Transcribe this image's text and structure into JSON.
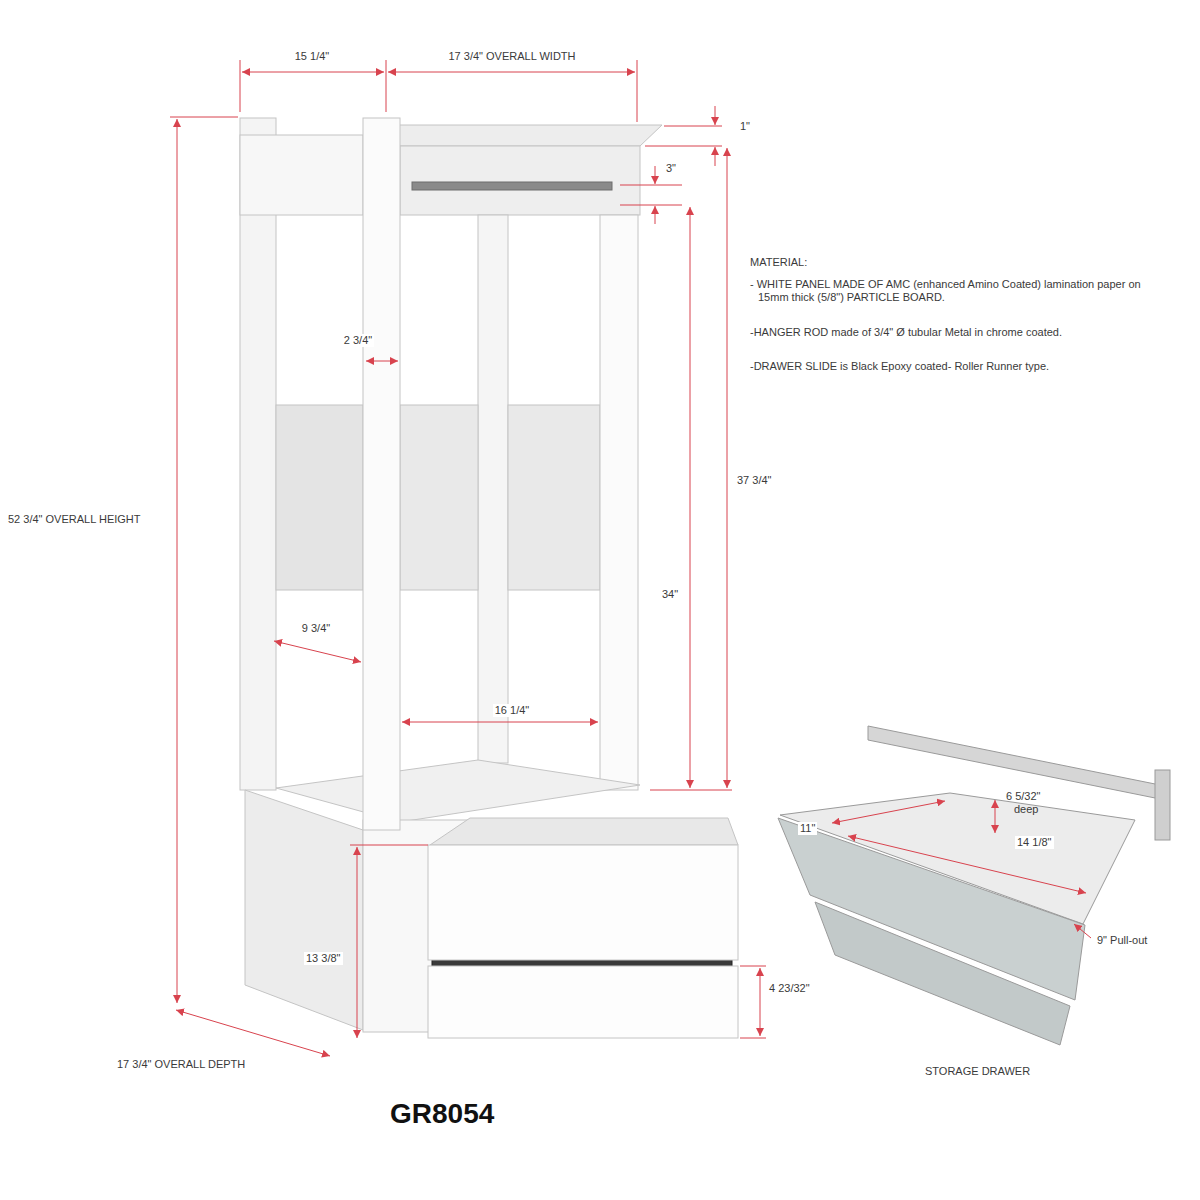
{
  "diagram": {
    "title": "GR8054",
    "labels": [
      "15 1/4\"",
      "17 3/4\" OVERALL WIDTH",
      "1\"",
      "3\"",
      "MATERIAL:",
      "- WHITE PANEL MADE OF AMC (enhanced Amino Coated) lamination paper on 15mm thick (5/8\") PARTICLE BOARD.",
      "-HANGER ROD made of 3/4\" Ø tubular Metal in chrome coated.",
      "-DRAWER SLIDE is Black Epoxy coated- Roller Runner type.",
      "2 3/4\"",
      "37 3/4\"",
      "52 3/4\" OVERALL HEIGHT",
      "34\"",
      "9 3/4\"",
      "16 1/4\"",
      "11\"",
      "6 5/32\" deep",
      "14 1/8\"",
      "9\" Pull-out",
      "13 3/8\"",
      "4 23/32\"",
      "17 3/4\" OVERALL DEPTH",
      "STORAGE DRAWER"
    ]
  }
}
